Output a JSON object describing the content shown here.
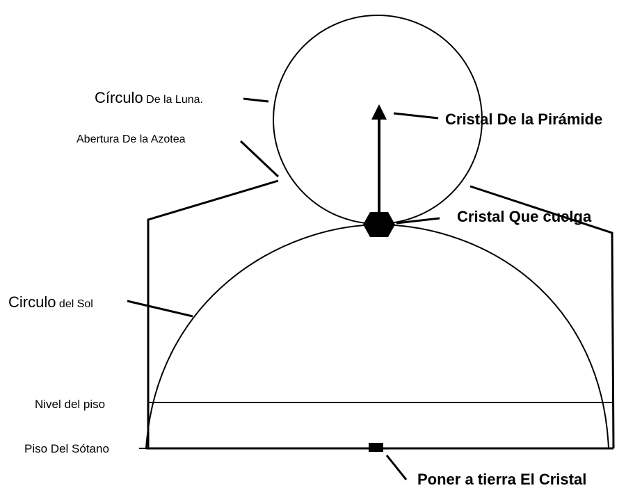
{
  "labels": {
    "moon_circle": {
      "big": "Círculo",
      "small": " De la Luna."
    },
    "roof_opening": "Abertura De la Azotea",
    "pyramid_crystal": "Cristal De la Pirámide",
    "hanging_crystal": "Cristal Que cuelga",
    "sun_circle": {
      "big": "Circulo",
      "small": " del Sol"
    },
    "floor_level": "Nivel del piso",
    "basement_floor": "Piso Del Sótano",
    "ground_crystal": "Poner a tierra El Cristal"
  },
  "colors": {
    "ink": "#000000",
    "background": "#ffffff"
  }
}
